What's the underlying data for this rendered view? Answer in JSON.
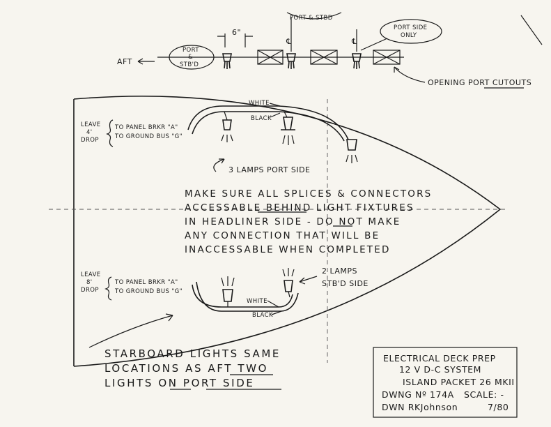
{
  "top_strip": {
    "aft_label": "AFT",
    "port_stbd_label_line1": "PORT",
    "port_stbd_label_line2": "&",
    "port_stbd_label_line3": "STB'D",
    "dimension_label": "6\"",
    "top_callout_partial": "PORT & STBD",
    "cl_symbol": "℄",
    "port_side_only_line1": "PORT SIDE",
    "port_side_only_line2": "ONLY",
    "cutouts_label": "OPENING PORT CUTOUTS"
  },
  "port_wiring": {
    "leave_line1": "LEAVE",
    "leave_line2": "4'",
    "leave_line3": "DROP",
    "to_panel": "TO PANEL BRKR \"A\"",
    "to_ground": "TO GROUND BUS \"G\"",
    "white_label": "WHITE",
    "black_label": "BLACK",
    "lamps_caption": "3 LAMPS PORT SIDE"
  },
  "note_lines": [
    "MAKE SURE ALL SPLICES & CONNECTORS",
    "ACCESSABLE BEHIND LIGHT FIXTURES",
    "IN HEADLINER SIDE - DO NOT MAKE",
    "ANY CONNECTION THAT WILL BE",
    "INACCESSABLE WHEN COMPLETED"
  ],
  "stbd_wiring": {
    "leave_line1": "LEAVE",
    "leave_line2": "8'",
    "leave_line3": "DROP",
    "to_panel": "TO PANEL BRKR \"A\"",
    "to_ground": "TO GROUND BUS \"G\"",
    "white_label": "WHITE",
    "black_label": "BLACK",
    "lamps_caption_line1": "2 LAMPS",
    "lamps_caption_line2": "STB'D SIDE"
  },
  "starboard_note": {
    "line1": "STARBOARD LIGHTS SAME",
    "line2": "LOCATIONS AS AFT TWO",
    "line3": "LIGHTS ON PORT SIDE"
  },
  "title_block": {
    "line1": "ELECTRICAL DECK PREP",
    "line2": "12 V D-C SYSTEM",
    "line3": "ISLAND PACKET 26 MKII",
    "drawing_no": "DWNG Nº 174A",
    "scale_label": "SCALE: -",
    "drawn_by": "DWN RKJohnson",
    "date": "7/80"
  }
}
